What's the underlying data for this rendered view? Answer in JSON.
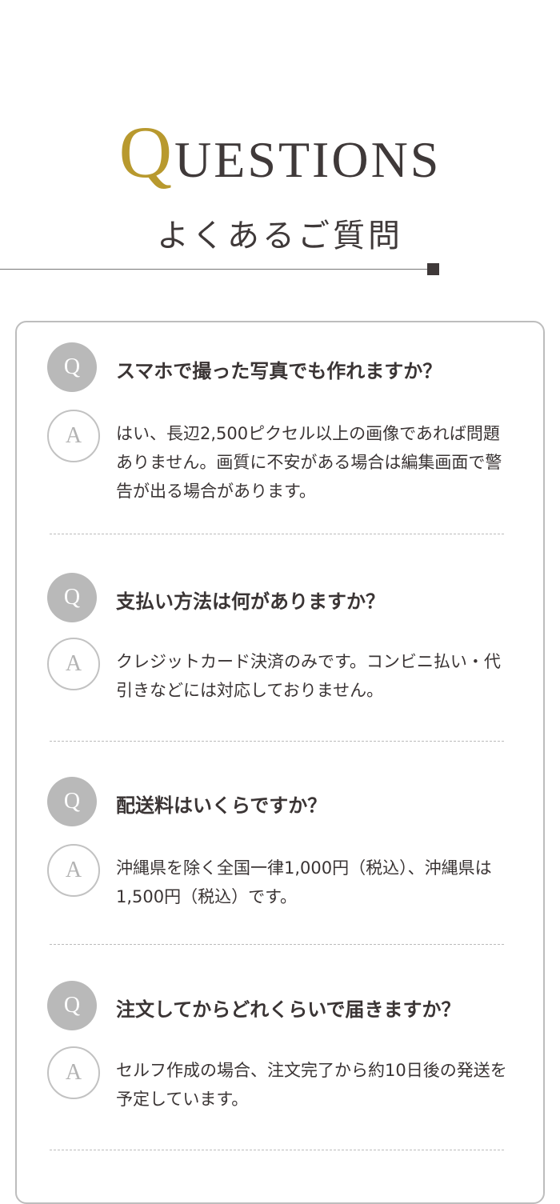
{
  "header": {
    "title_initial": "Q",
    "title_rest": "UESTIONS",
    "subtitle": "よくあるご質問"
  },
  "q_badge": "Q",
  "a_badge": "A",
  "faqs": [
    {
      "question": "スマホで撮った写真でも作れますか？",
      "answer": "はい、長辺2,500ピクセル以上の画像であれば問題ありません。画質に不安がある場合は編集画面で警告が出る場合があります。"
    },
    {
      "question": "支払い方法は何がありますか？",
      "answer": "クレジットカード決済のみです。コンビニ払い・代引きなどには対応しておりません。"
    },
    {
      "question": "配送料はいくらですか？",
      "answer": "沖縄県を除く全国一律1,000円（税込）、沖縄県は1,500円（税込）です。"
    },
    {
      "question": "注文してからどれくらいで届きますか？",
      "answer": "セルフ作成の場合、注文完了から約10日後の発送を予定しています。"
    }
  ]
}
